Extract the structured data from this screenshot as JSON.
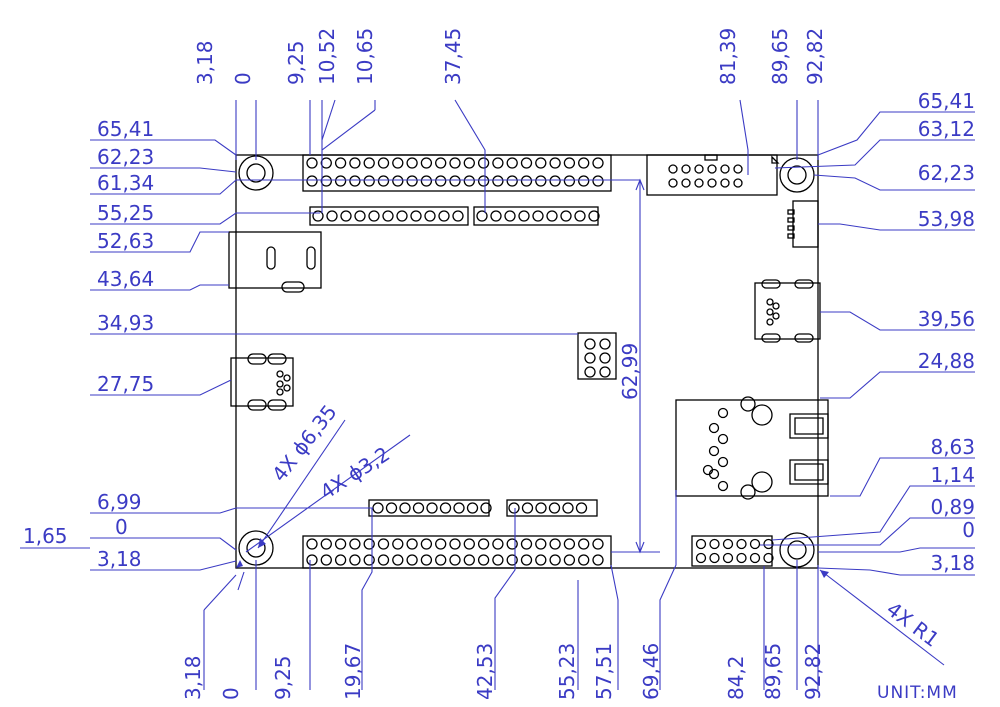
{
  "drawing": {
    "unit_label": "UNIT:MM",
    "hole_large_label": "4X  ϕ6,35",
    "hole_small_label": "4X  ϕ3,2",
    "corner_radius_label": "4X R1",
    "height_label": "62,99",
    "top_labels": [
      "3,18",
      "0",
      "9,25",
      "10,52",
      "10,65",
      "37,45",
      "81,39",
      "89,65",
      "92,82"
    ],
    "bottom_labels": [
      "3,18",
      "0",
      "9,25",
      "19,67",
      "42,53",
      "55,23",
      "57,51",
      "69,46",
      "84,2",
      "89,65",
      "92,82"
    ],
    "left_labels": [
      "65,41",
      "62,23",
      "61,34",
      "55,25",
      "52,63",
      "43,64",
      "34,93",
      "27,75",
      "6,99",
      "1,65",
      "0",
      "3,18"
    ],
    "right_labels": [
      "65,41",
      "63,12",
      "62,23",
      "53,98",
      "39,56",
      "24,88",
      "8,63",
      "1,14",
      "0,89",
      "0",
      "3,18"
    ]
  }
}
